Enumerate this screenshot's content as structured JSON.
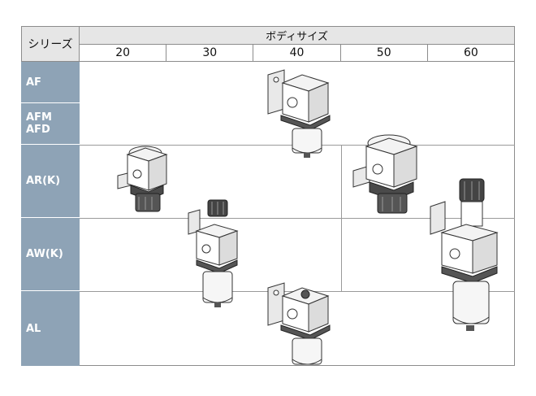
{
  "table": {
    "series_header": "シリーズ",
    "body_size_header": "ボディサイズ",
    "sizes": [
      "20",
      "30",
      "40",
      "50",
      "60"
    ],
    "rows": [
      {
        "label_lines": [
          "AF"
        ]
      },
      {
        "label_lines": [
          "AFM",
          "AFD"
        ]
      },
      {
        "label_lines": [
          "AR(K)"
        ]
      },
      {
        "label_lines": [
          "AW(K)"
        ]
      },
      {
        "label_lines": [
          "AL"
        ]
      }
    ]
  },
  "images": [
    {
      "name": "af-40-filter-icon",
      "depicts": "filter"
    },
    {
      "name": "ar-20-regulator-icon",
      "depicts": "regulator"
    },
    {
      "name": "ar-50-regulator-icon",
      "depicts": "regulator"
    },
    {
      "name": "aw-30-filter-regulator-icon",
      "depicts": "filter-regulator"
    },
    {
      "name": "aw-60-filter-regulator-icon",
      "depicts": "filter-regulator"
    },
    {
      "name": "al-40-lubricator-icon",
      "depicts": "lubricator"
    }
  ],
  "colors": {
    "label_bg": "#8ea3b6",
    "header_bg": "#e6e6e6",
    "grid_line": "#9a9a9a"
  }
}
